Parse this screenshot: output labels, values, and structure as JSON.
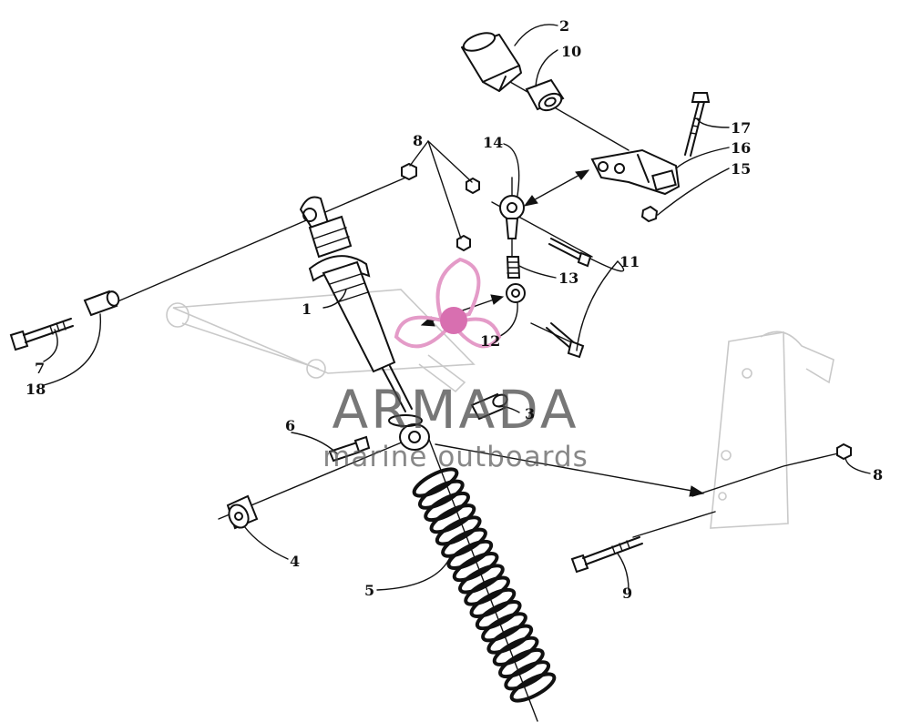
{
  "diagram": {
    "callouts": {
      "n1": "1",
      "n2": "2",
      "n3": "3",
      "n4": "4",
      "n5": "5",
      "n6": "6",
      "n7": "7",
      "n8a": "8",
      "n8b": "8",
      "n9": "9",
      "n10": "10",
      "n11": "11",
      "n12": "12",
      "n13": "13",
      "n14": "14",
      "n15": "15",
      "n16": "16",
      "n17": "17",
      "n18": "18"
    }
  },
  "watermark": {
    "brand": "ARMADA",
    "tagline": "marine outboards",
    "logo_color": "#e49bc8",
    "logo_center_color": "#d86fb0"
  }
}
